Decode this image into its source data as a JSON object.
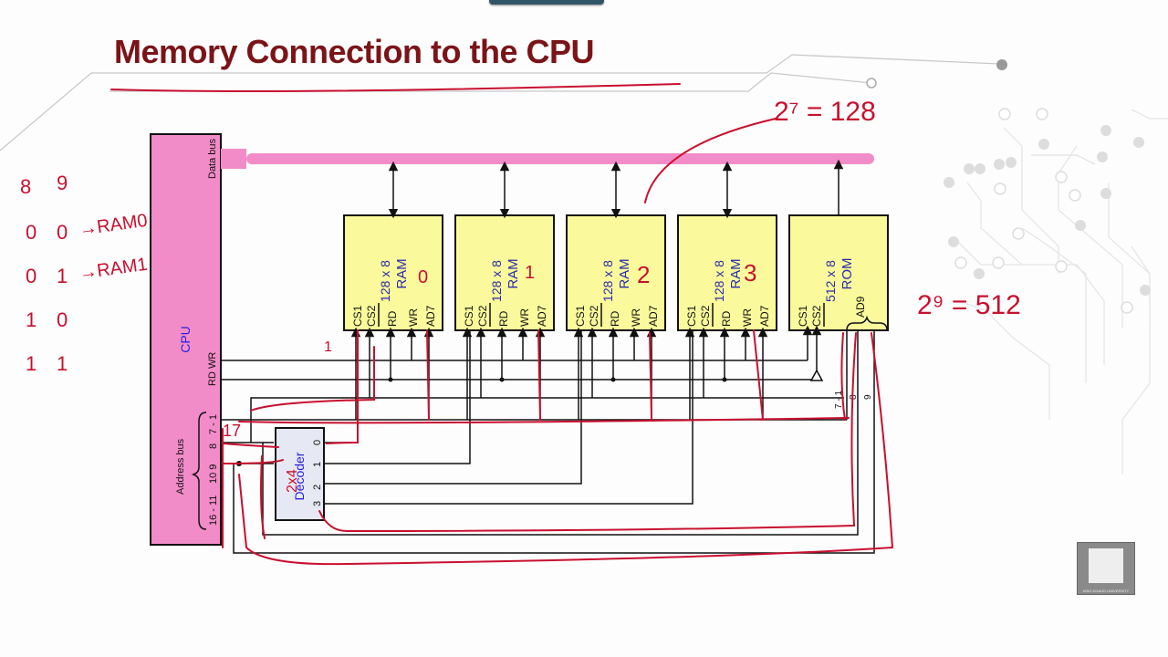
{
  "slide": {
    "title": "Memory Connection to the CPU",
    "accent_color": "#7b1418",
    "annotation_color": "#c8102e"
  },
  "cpu": {
    "label": "CPU",
    "data_bus_label": "Data bus",
    "rd_wr_label": "RD WR",
    "address_bus_label": "Address bus",
    "address_lines": [
      "7 - 1",
      "8",
      "10 9",
      "16 - 11"
    ]
  },
  "chips": [
    {
      "size": "128 x 8",
      "type": "RAM",
      "pins": [
        "CS1",
        "CS2",
        "RD",
        "WR",
        "AD7"
      ],
      "annotation": "0"
    },
    {
      "size": "128 x 8",
      "type": "RAM",
      "pins": [
        "CS1",
        "CS2",
        "RD",
        "WR",
        "AD7"
      ],
      "annotation": "1"
    },
    {
      "size": "128 x 8",
      "type": "RAM",
      "pins": [
        "CS1",
        "CS2",
        "RD",
        "WR",
        "AD7"
      ],
      "annotation": "2"
    },
    {
      "size": "128 x 8",
      "type": "RAM",
      "pins": [
        "CS1",
        "CS2",
        "RD",
        "WR",
        "AD7"
      ],
      "annotation": "3"
    },
    {
      "size": "512 x 8",
      "type": "ROM",
      "pins": [
        "CS1",
        "CS2",
        "AD9"
      ],
      "annotation": ""
    }
  ],
  "rom_address_labels": [
    "7 - 1",
    "8",
    "9"
  ],
  "decoder": {
    "label": "Decoder",
    "outputs": [
      "0",
      "1",
      "2",
      "3"
    ],
    "annotation": "2x4"
  },
  "annotations": {
    "truth_header": [
      "8",
      "9"
    ],
    "truth_rows": [
      {
        "a8": "0",
        "a9": "0",
        "target": "→RAM0"
      },
      {
        "a8": "0",
        "a9": "1",
        "target": "→RAM1"
      },
      {
        "a8": "1",
        "a9": "0",
        "target": ""
      },
      {
        "a8": "1",
        "a9": "1",
        "target": ""
      }
    ],
    "ram_formula": "2⁷ = 128",
    "rom_formula": "2⁹ = 512",
    "address_note": "17",
    "cs_note": "1"
  },
  "logo": {
    "caption": "KING KHALID UNIVERSITY"
  }
}
